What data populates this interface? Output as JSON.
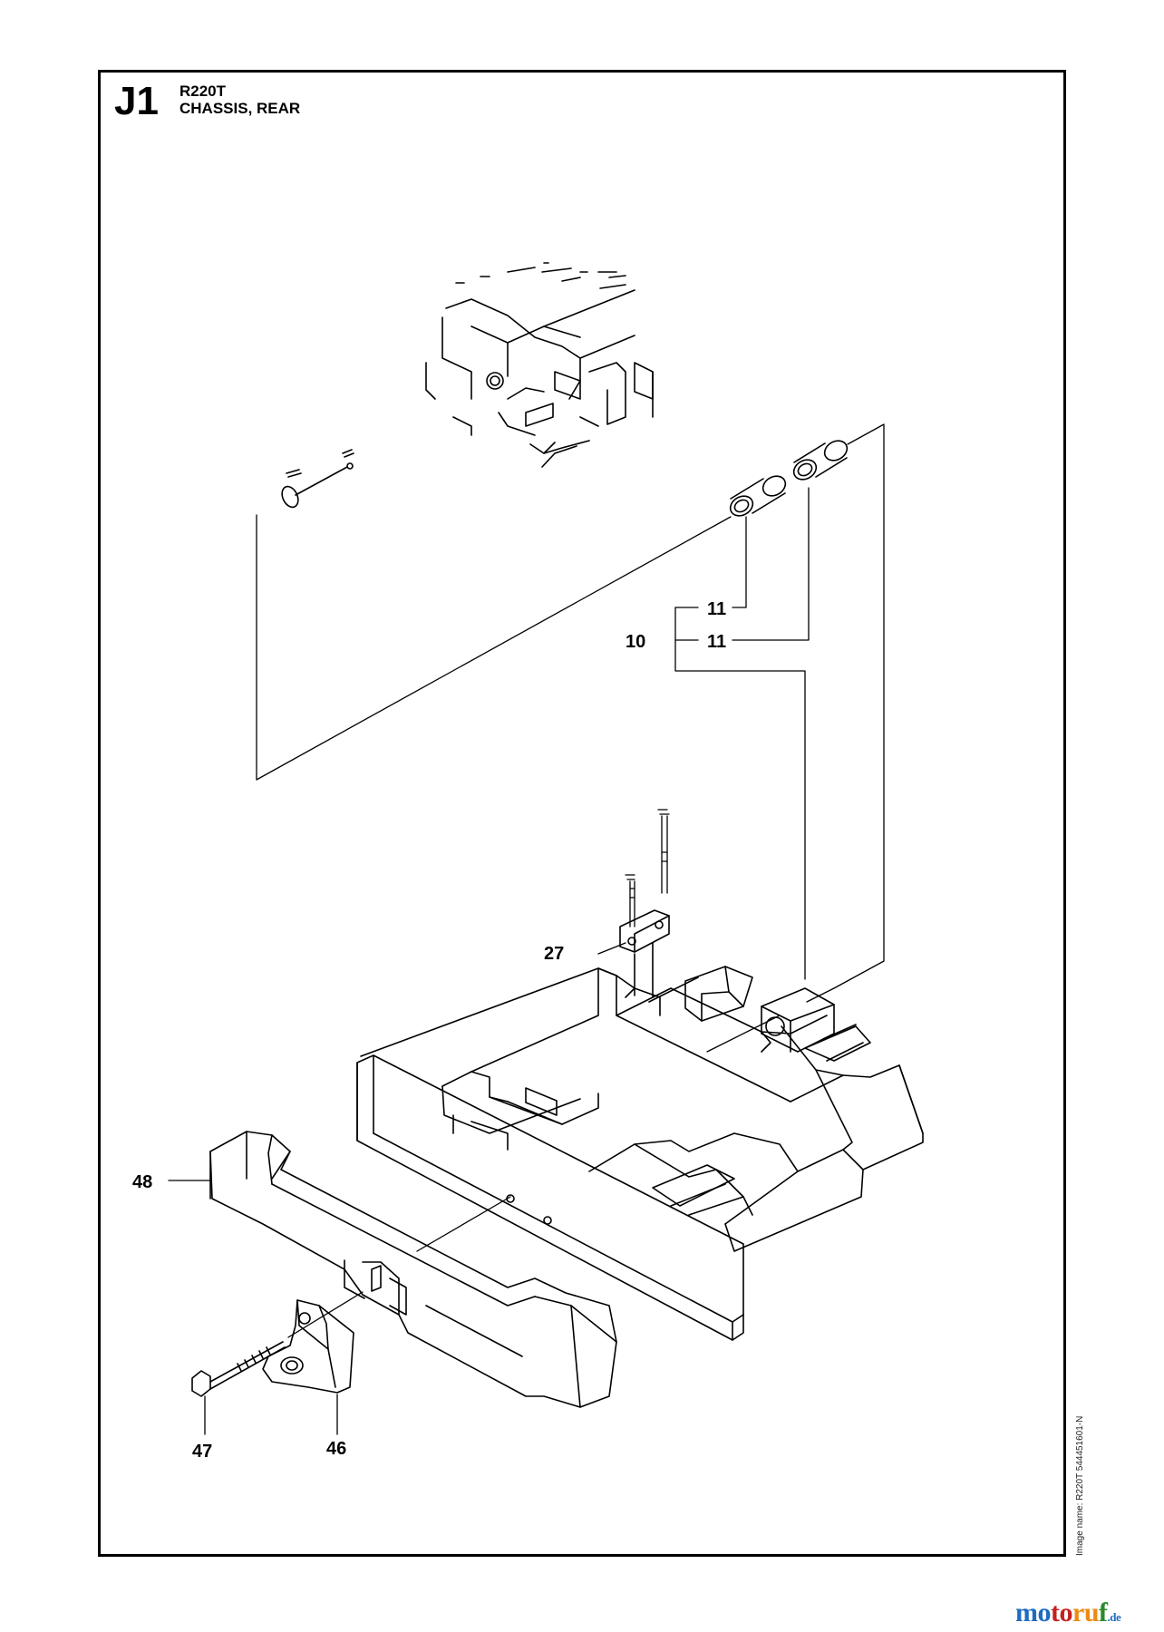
{
  "header": {
    "section_code": "J1",
    "model": "R220T",
    "title": "CHASSIS, REAR"
  },
  "callouts": {
    "c11a": "11",
    "c10": "10",
    "c11b": "11",
    "c27": "27",
    "c48": "48",
    "c47": "47",
    "c46": "46"
  },
  "footer": {
    "image_name": "Image name: R220T 544451601-N",
    "brand_part1": "mo",
    "brand_part2": "to",
    "brand_part3": "ru",
    "brand_part4": "f",
    "brand_tld": ".de"
  },
  "colors": {
    "line": "#000000",
    "background": "#ffffff"
  }
}
